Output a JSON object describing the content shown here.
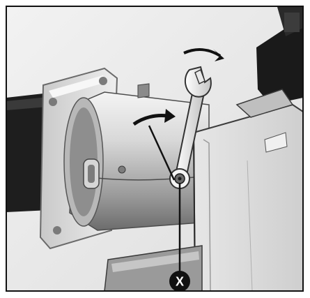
{
  "figure": {
    "callout": {
      "label": "X"
    },
    "annotations": {
      "top_arrow": "rotation-arrow",
      "middle_arrow": "rotation-arrow",
      "tool": "open-end-wrench",
      "parts": [
        "burner-tube",
        "mounting-flange",
        "fixing-screw",
        "burner-housing",
        "connecting-pipe"
      ]
    },
    "colors": {
      "background": "#e8e8e8",
      "frame": "#111111",
      "pipe": "#202020",
      "metal_light": "#dcdcdc",
      "metal_mid": "#a8a8a8",
      "metal_dark": "#5a5a5a",
      "callout_fill": "#111111"
    }
  }
}
